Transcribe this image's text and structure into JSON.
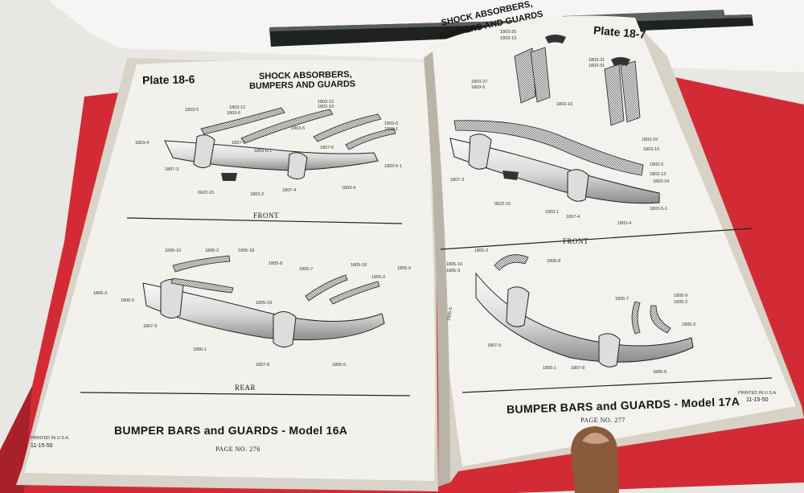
{
  "left_page": {
    "plate": "Plate 18-6",
    "title_line1": "SHOCK ABSORBERS,",
    "title_line2": "BUMPERS AND GUARDS",
    "section_front": "FRONT",
    "section_rear": "REAR",
    "caption": "BUMPER BARS and GUARDS - Model 16A",
    "printed": "PRINTED IN U.S.A.",
    "date": "11-15-50",
    "page_no": "PAGE NO. 276",
    "front_labels": [
      "1803-5",
      "1803-12",
      "1803-6",
      "1803-13",
      "1803-10",
      "1803-6",
      "1803-1",
      "1803-5",
      "1803-4",
      "1807-5",
      "1807-3",
      "1803-6-1",
      "1807-6",
      "1803-5-1",
      "0622-15",
      "1803-2",
      "1807-4",
      "1803-4"
    ],
    "rear_labels": [
      "1805-10",
      "1805-2",
      "1805-18",
      "1805-8",
      "1805-7",
      "1805-18",
      "1805-9",
      "1805-2",
      "1805-3",
      "1805-5",
      "1805-19",
      "1807-9",
      "1805-1",
      "1807-8",
      "1805-5"
    ]
  },
  "right_page": {
    "plate": "Plate 18-7",
    "title_line1": "SHOCK ABSORBERS,",
    "title_line2": "BUMPERS AND GUARDS",
    "section_front": "FRONT",
    "caption": "BUMPER BARS and GUARDS - Model 17A",
    "printed": "PRINTED IN U.S.A.",
    "date": "11-15-50",
    "page_no": "PAGE NO. 277",
    "front_labels": [
      "1803-20",
      "1803-19",
      "1803-21",
      "1803-31",
      "1803-27",
      "1803-5",
      "1803-16",
      "1803-15",
      "1803-10",
      "1802-5",
      "1803-13",
      "1803-24",
      "1807-3",
      "0622-15",
      "1803-1",
      "1807-4",
      "1803-5-1",
      "1803-4"
    ],
    "rear_labels": [
      "1805-2",
      "1805-8",
      "1805-10",
      "1805-3",
      "1805-7",
      "1805-9",
      "1805-2",
      "1805-3",
      "1805-5",
      "1807-9",
      "1805-1",
      "1807-8",
      "1805-5"
    ]
  },
  "colors": {
    "background": "#e9e7e4",
    "folder_red": "#d32b36",
    "paper": "#f3f1ec",
    "rod": "#1f2320"
  }
}
